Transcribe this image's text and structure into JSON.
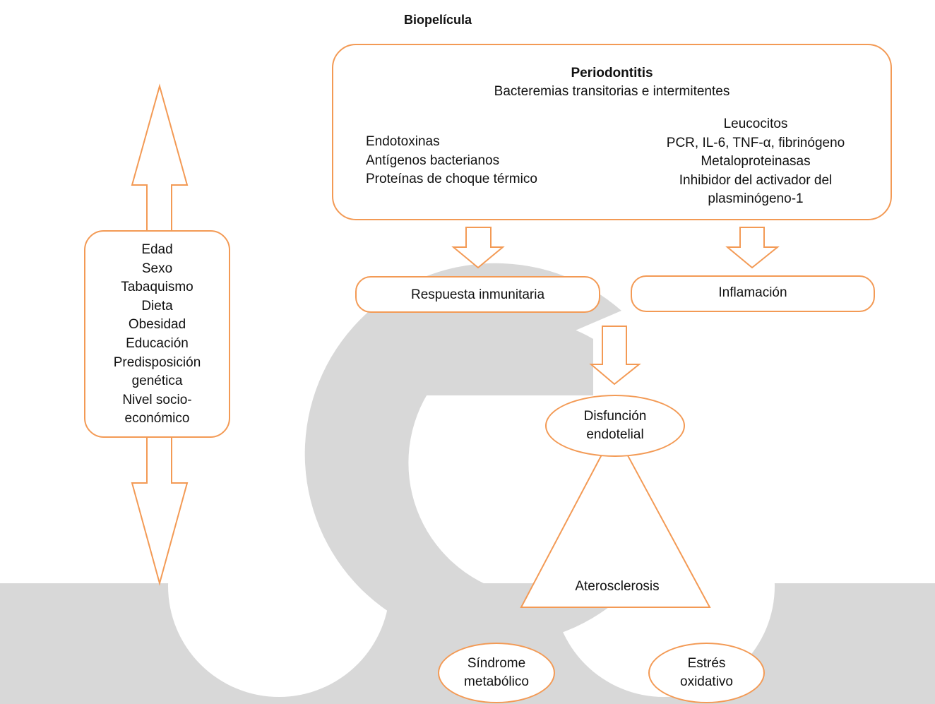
{
  "title": "Biopelícula",
  "main_box": {
    "heading": "Periodontitis",
    "subheading": "Bacteremias transitorias e intermitentes",
    "left_items": [
      "Endotoxinas",
      "Antígenos bacterianos",
      "Proteínas de choque térmico"
    ],
    "right_items": [
      "Leucocitos",
      "PCR, IL-6, TNF-α, fibrinógeno",
      "Metaloproteinasas",
      "Inhibidor del activador del",
      "plasminógeno-1"
    ]
  },
  "risk_factors": [
    "Edad",
    "Sexo",
    "Tabaquismo",
    "Dieta",
    "Obesidad",
    "Educación",
    "Predisposición",
    "genética",
    "Nivel socio-",
    "económico"
  ],
  "immune_response": "Respuesta inmunitaria",
  "inflammation": "Inflamación",
  "endothelial": [
    "Disfunción",
    "endotelial"
  ],
  "atherosclerosis": "Aterosclerosis",
  "metabolic": [
    "Síndrome",
    "metabólico"
  ],
  "oxidative": [
    "Estrés",
    "oxidativo"
  ],
  "colors": {
    "stroke": "#F39A55",
    "watermark": "#D8D8D8"
  }
}
